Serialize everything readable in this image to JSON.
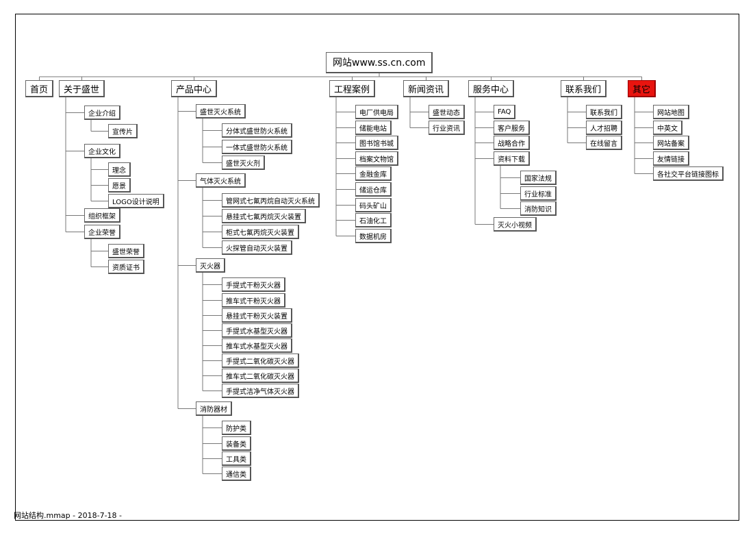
{
  "root": "网站www.ss.cn.com",
  "footer": "网站结构.mmap - 2018-7-18 -",
  "colors": {
    "highlight": "#e8140f",
    "line": "#777777",
    "border": "#000000"
  },
  "sections": [
    {
      "key": "home",
      "label": "首页",
      "children": []
    },
    {
      "key": "about",
      "label": "关于盛世",
      "children": [
        {
          "key": "intro",
          "label": "企业介绍",
          "children": [
            {
              "key": "promo",
              "label": "宣传片"
            }
          ]
        },
        {
          "key": "culture",
          "label": "企业文化",
          "children": [
            {
              "key": "idea",
              "label": "理念"
            },
            {
              "key": "vision",
              "label": "愿景"
            },
            {
              "key": "logo",
              "label": "LOGO设计说明"
            }
          ]
        },
        {
          "key": "org",
          "label": "组织框架",
          "children": []
        },
        {
          "key": "honor",
          "label": "企业荣誉",
          "children": [
            {
              "key": "sshonor",
              "label": "盛世荣誉"
            },
            {
              "key": "cert",
              "label": "资质证书"
            }
          ]
        }
      ]
    },
    {
      "key": "products",
      "label": "产品中心",
      "children": [
        {
          "key": "ssfire",
          "label": "盛世灭火系统",
          "children": [
            {
              "key": "p1",
              "label": "分体式盛世防火系统"
            },
            {
              "key": "p2",
              "label": "一体式盛世防火系统"
            },
            {
              "key": "p3",
              "label": "盛世灭火剂"
            }
          ]
        },
        {
          "key": "gas",
          "label": "气体灭火系统",
          "children": [
            {
              "key": "g1",
              "label": "管网式七氟丙烷自动灭火系统"
            },
            {
              "key": "g2",
              "label": "悬挂式七氟丙烷灭火装置"
            },
            {
              "key": "g3",
              "label": "柜式七氟丙烷灭火装置"
            },
            {
              "key": "g4",
              "label": "火探管自动灭火装置"
            }
          ]
        },
        {
          "key": "ext",
          "label": "灭火器",
          "children": [
            {
              "key": "e1",
              "label": "手提式干粉灭火器"
            },
            {
              "key": "e2",
              "label": "推车式干粉灭火器"
            },
            {
              "key": "e3",
              "label": "悬挂式干粉灭火装置"
            },
            {
              "key": "e4",
              "label": "手提式水基型灭火器"
            },
            {
              "key": "e5",
              "label": "推车式水基型灭火器"
            },
            {
              "key": "e6",
              "label": "手提式二氧化碳灭火器"
            },
            {
              "key": "e7",
              "label": "推车式二氧化碳灭火器"
            },
            {
              "key": "e8",
              "label": "手提式洁净气体灭火器"
            }
          ]
        },
        {
          "key": "equip",
          "label": "消防器材",
          "children": [
            {
              "key": "q1",
              "label": "防护类"
            },
            {
              "key": "q2",
              "label": "装备类"
            },
            {
              "key": "q3",
              "label": "工具类"
            },
            {
              "key": "q4",
              "label": "通信类"
            }
          ]
        }
      ]
    },
    {
      "key": "cases",
      "label": "工程案例",
      "children": [
        {
          "key": "c1",
          "label": "电厂供电局",
          "children": []
        },
        {
          "key": "c2",
          "label": "储能电站",
          "children": []
        },
        {
          "key": "c3",
          "label": "图书馆书城",
          "children": []
        },
        {
          "key": "c4",
          "label": "档案文物馆",
          "children": []
        },
        {
          "key": "c5",
          "label": "金融金库",
          "children": []
        },
        {
          "key": "c6",
          "label": "储运仓库",
          "children": []
        },
        {
          "key": "c7",
          "label": "码头矿山",
          "children": []
        },
        {
          "key": "c8",
          "label": "石油化工",
          "children": []
        },
        {
          "key": "c9",
          "label": "数据机房",
          "children": []
        }
      ]
    },
    {
      "key": "news",
      "label": "新闻资讯",
      "children": [
        {
          "key": "n1",
          "label": "盛世动态",
          "children": []
        },
        {
          "key": "n2",
          "label": "行业资讯",
          "children": []
        }
      ]
    },
    {
      "key": "service",
      "label": "服务中心",
      "children": [
        {
          "key": "faq",
          "label": "FAQ",
          "children": []
        },
        {
          "key": "cs",
          "label": "客户服务",
          "children": []
        },
        {
          "key": "partner",
          "label": "战略合作",
          "children": []
        },
        {
          "key": "dl",
          "label": "资料下载",
          "children": [
            {
              "key": "law",
              "label": "国家法规"
            },
            {
              "key": "std",
              "label": "行业标准"
            },
            {
              "key": "know",
              "label": "消防知识"
            }
          ]
        },
        {
          "key": "video",
          "label": "灭火小视频",
          "children": []
        }
      ]
    },
    {
      "key": "contact",
      "label": "联系我们",
      "children": [
        {
          "key": "ct1",
          "label": "联系我们",
          "children": []
        },
        {
          "key": "ct2",
          "label": "人才招聘",
          "children": []
        },
        {
          "key": "ct3",
          "label": "在线留言",
          "children": []
        }
      ]
    },
    {
      "key": "other",
      "label": "其它",
      "highlight": true,
      "children": [
        {
          "key": "o1",
          "label": "网站地图",
          "children": []
        },
        {
          "key": "o2",
          "label": "中英文",
          "children": []
        },
        {
          "key": "o3",
          "label": "网站备案",
          "children": []
        },
        {
          "key": "o4",
          "label": "友情链接",
          "children": []
        },
        {
          "key": "o5",
          "label": "各社交平台链接图标",
          "children": []
        }
      ]
    }
  ]
}
